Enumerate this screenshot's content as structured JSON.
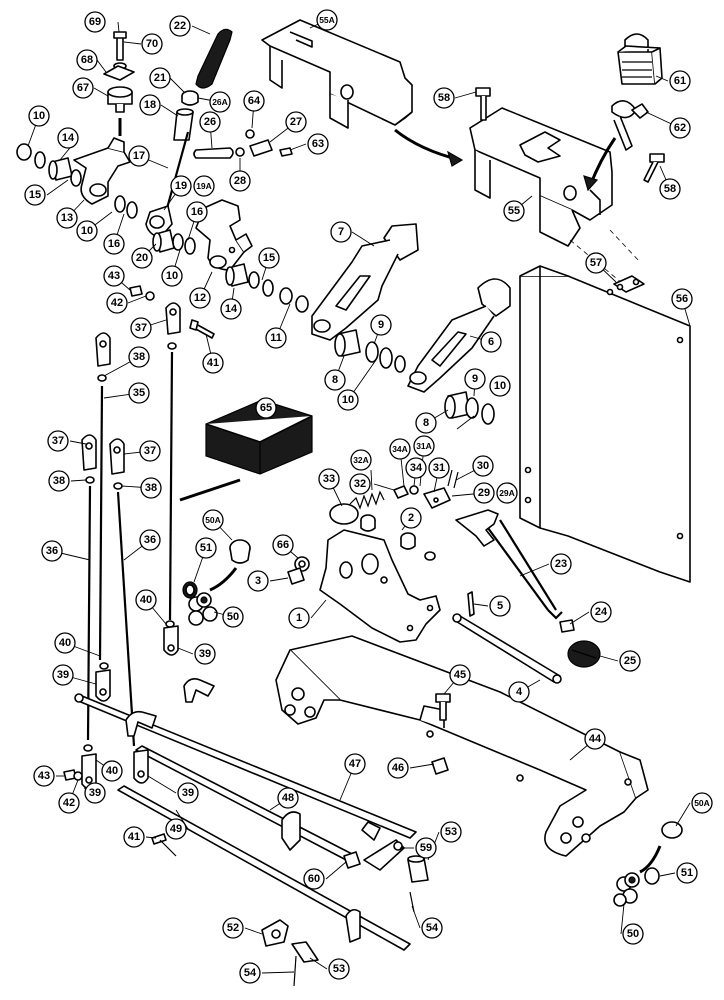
{
  "callouts": [
    {
      "label": "69"
    },
    {
      "label": "70"
    },
    {
      "label": "22"
    },
    {
      "label": "55A"
    },
    {
      "label": "68"
    },
    {
      "label": "67"
    },
    {
      "label": "21"
    },
    {
      "label": "26A"
    },
    {
      "label": "64"
    },
    {
      "label": "18"
    },
    {
      "label": "26"
    },
    {
      "label": "27"
    },
    {
      "label": "63"
    },
    {
      "label": "28"
    },
    {
      "label": "10"
    },
    {
      "label": "14"
    },
    {
      "label": "17"
    },
    {
      "label": "15"
    },
    {
      "label": "13"
    },
    {
      "label": "19"
    },
    {
      "label": "19A"
    },
    {
      "label": "10"
    },
    {
      "label": "16"
    },
    {
      "label": "16"
    },
    {
      "label": "20"
    },
    {
      "label": "10"
    },
    {
      "label": "12"
    },
    {
      "label": "15"
    },
    {
      "label": "14"
    },
    {
      "label": "11"
    },
    {
      "label": "61"
    },
    {
      "label": "58"
    },
    {
      "label": "62"
    },
    {
      "label": "58"
    },
    {
      "label": "55"
    },
    {
      "label": "7"
    },
    {
      "label": "57"
    },
    {
      "label": "56"
    },
    {
      "label": "43"
    },
    {
      "label": "42"
    },
    {
      "label": "37"
    },
    {
      "label": "41"
    },
    {
      "label": "38"
    },
    {
      "label": "35"
    },
    {
      "label": "9"
    },
    {
      "label": "8"
    },
    {
      "label": "10"
    },
    {
      "label": "6"
    },
    {
      "label": "9"
    },
    {
      "label": "8"
    },
    {
      "label": "10"
    },
    {
      "label": "65"
    },
    {
      "label": "37"
    },
    {
      "label": "37"
    },
    {
      "label": "38"
    },
    {
      "label": "38"
    },
    {
      "label": "32A"
    },
    {
      "label": "34A"
    },
    {
      "label": "31A"
    },
    {
      "label": "33"
    },
    {
      "label": "32"
    },
    {
      "label": "34"
    },
    {
      "label": "31"
    },
    {
      "label": "30"
    },
    {
      "label": "29"
    },
    {
      "label": "29A"
    },
    {
      "label": "50A"
    },
    {
      "label": "2"
    },
    {
      "label": "36"
    },
    {
      "label": "36"
    },
    {
      "label": "51"
    },
    {
      "label": "66"
    },
    {
      "label": "3"
    },
    {
      "label": "23"
    },
    {
      "label": "40"
    },
    {
      "label": "50"
    },
    {
      "label": "1"
    },
    {
      "label": "5"
    },
    {
      "label": "24"
    },
    {
      "label": "39"
    },
    {
      "label": "25"
    },
    {
      "label": "40"
    },
    {
      "label": "39"
    },
    {
      "label": "45"
    },
    {
      "label": "4"
    },
    {
      "label": "44"
    },
    {
      "label": "47"
    },
    {
      "label": "46"
    },
    {
      "label": "43"
    },
    {
      "label": "40"
    },
    {
      "label": "42"
    },
    {
      "label": "39"
    },
    {
      "label": "39"
    },
    {
      "label": "48"
    },
    {
      "label": "50A"
    },
    {
      "label": "41"
    },
    {
      "label": "49"
    },
    {
      "label": "59"
    },
    {
      "label": "53"
    },
    {
      "label": "60"
    },
    {
      "label": "51"
    },
    {
      "label": "54"
    },
    {
      "label": "50"
    },
    {
      "label": "52"
    },
    {
      "label": "54"
    },
    {
      "label": "53"
    }
  ]
}
